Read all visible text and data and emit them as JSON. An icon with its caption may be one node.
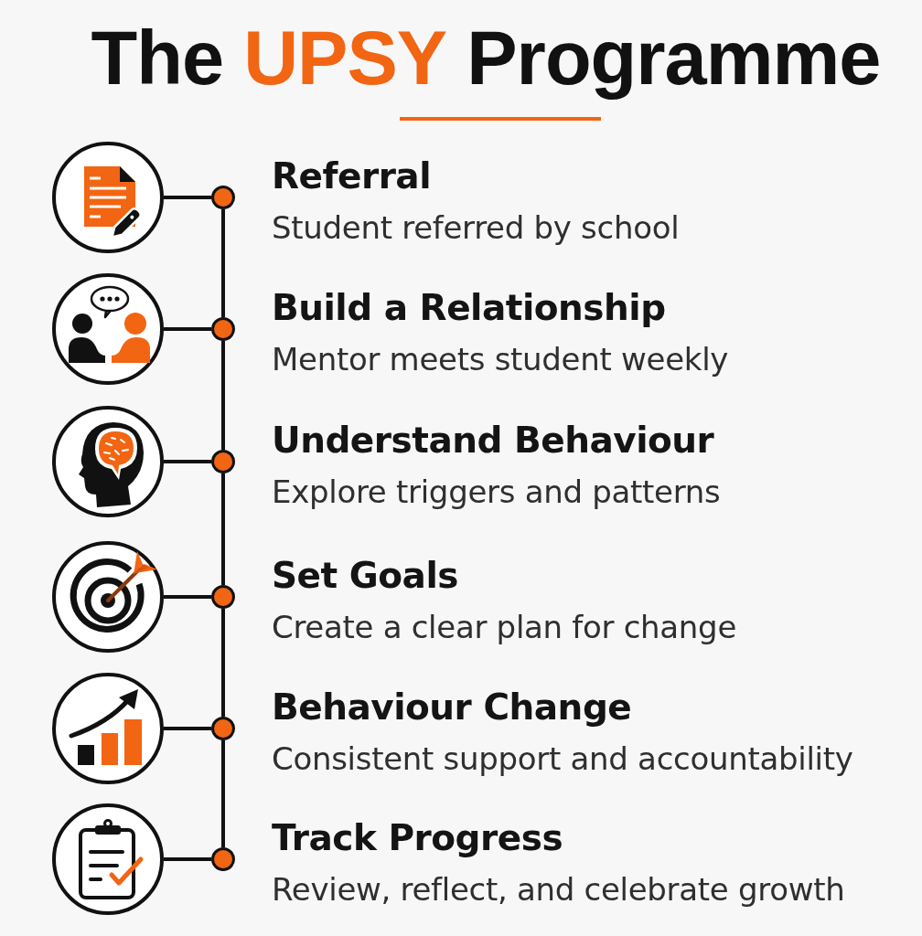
{
  "diagram": {
    "title": "The **UPSY** Programme",
    "nodes": [
      {
        "text": [],
        "shape": "circle"
      },
      {
        "text": [],
        "shape": "circle",
        "beside": [
          "Referral",
          "Student referred by school"
        ]
      },
      {
        "text": [],
        "shape": "circle"
      },
      {
        "text": [],
        "shape": "circle",
        "beside": [
          "Build a Relationship",
          "Mentor meets student weekly"
        ]
      },
      {
        "text": [],
        "shape": "circle"
      },
      {
        "text": [],
        "shape": "circle",
        "beside": [
          "Understand Behaviour",
          "Explore triggers and patterns"
        ]
      },
      {
        "text": [],
        "shape": "circle"
      },
      {
        "text": [],
        "shape": "circle",
        "beside": [
          "Set Goals",
          "Create a clear plan for change"
        ]
      },
      {
        "text": [],
        "shape": "circle"
      },
      {
        "text": [],
        "shape": "circle",
        "beside": [
          "Behaviour Change",
          "Consistent support and accountability"
        ]
      },
      {
        "text": [],
        "shape": "circle"
      },
      {
        "text": [],
        "shape": "circle",
        "beside": [
          "Track Progress",
          "Review, reflect, and celebrate growth"
        ]
      }
    ],
    "edges": [
      {
        "from": 0,
        "to": 1,
        "arrow": "none"
      },
      {
        "from": 2,
        "to": 3,
        "arrow": "none"
      },
      {
        "from": 4,
        "to": 5,
        "arrow": "none"
      },
      {
        "from": 6,
        "to": 7,
        "arrow": "none"
      },
      {
        "from": 8,
        "to": 9,
        "arrow": "none"
      },
      {
        "from": 10,
        "to": 11,
        "arrow": "none"
      },
      {
        "from": 1,
        "to": 3,
        "arrow": "none"
      },
      {
        "from": 3,
        "to": 5,
        "arrow": "none"
      },
      {
        "from": 5,
        "to": 7,
        "arrow": "none"
      },
      {
        "from": 7,
        "to": 9,
        "arrow": "none"
      },
      {
        "from": 9,
        "to": 11,
        "arrow": "none"
      }
    ]
  }
}
